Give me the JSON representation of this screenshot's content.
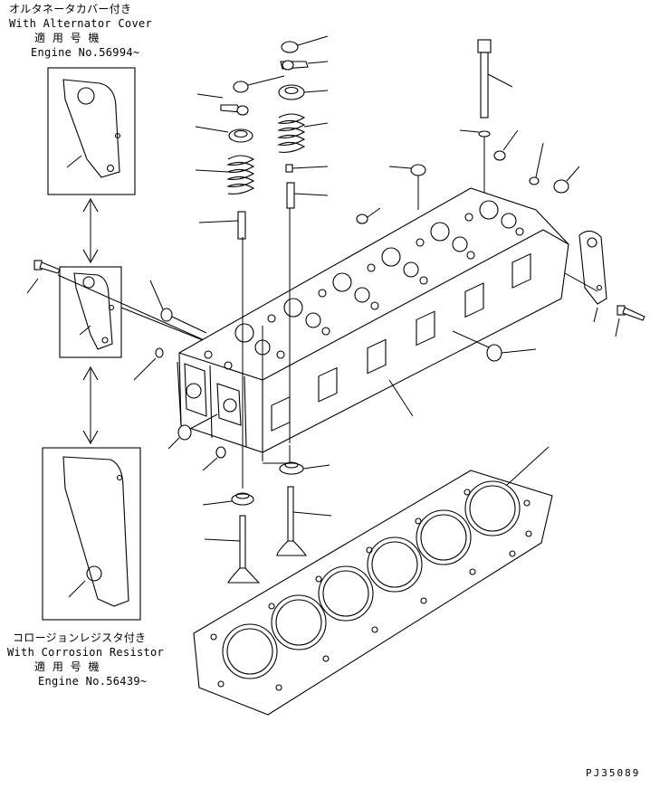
{
  "notes": {
    "top": {
      "jp": "オルタネータカバー付き",
      "en": "With Alternator Cover",
      "serial_jp": "適 用 号 機",
      "engine": "Engine No.56994~"
    },
    "bottom": {
      "jp": "コロージョンレジスタ付き",
      "en": "With Corrosion Resistor",
      "serial_jp": "適 用 号 機",
      "engine": "Engine No.56439~"
    }
  },
  "ref_code": "PJ35089",
  "parts": [
    "valve-cap",
    "valve-collet",
    "spring-retainer",
    "valve-spring",
    "valve-guide",
    "head-bolt",
    "washer",
    "expansion-plug",
    "cylinder-head",
    "bracket",
    "bracket-bolt",
    "valve-seal",
    "intake-valve",
    "exhaust-valve",
    "head-gasket",
    "alternator-cover-bracket",
    "corrosion-resistor-bracket"
  ]
}
